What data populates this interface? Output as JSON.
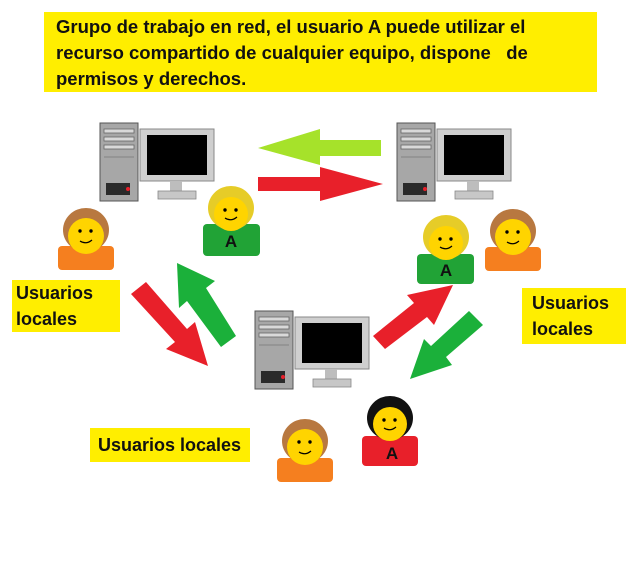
{
  "title": {
    "lines": [
      "Grupo de trabajo en red, el usuario A puede utilizar el",
      "recurso compartido de cualquier equipo, dispone   de",
      "permisos y derechos."
    ]
  },
  "labels": {
    "left": [
      "Usuarios",
      "locales"
    ],
    "right": [
      "Usuarios",
      "locales"
    ],
    "bottom": "Usuarios locales"
  },
  "avatars": {
    "user_a_letter": "A"
  },
  "colors": {
    "highlight": "#ffee00",
    "arrow_red": "#e8202a",
    "arrow_green": "#1bb03a",
    "arrow_lime": "#a6e22a",
    "user_a_shirt": "#21a336",
    "local_shirt": "#f57f1f",
    "red_shirt": "#e8202a"
  }
}
